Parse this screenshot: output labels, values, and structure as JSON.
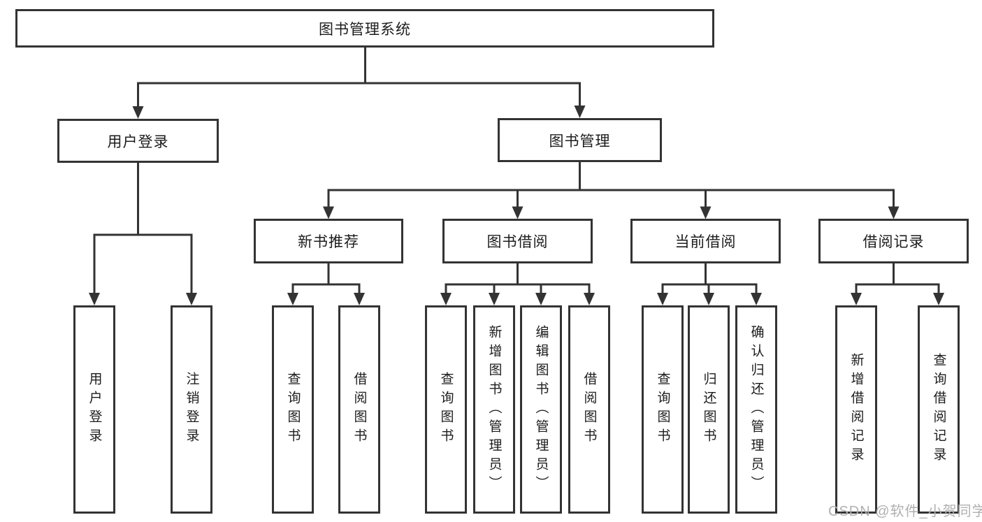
{
  "diagram": {
    "type": "functional-structure-tree",
    "colors": {
      "line": "#333333",
      "box_border": "#333333",
      "text": "#1c1c1c",
      "watermark": "#b0b0b0",
      "background": "#ffffff"
    },
    "tree": {
      "root": {
        "label": "图书管理系统",
        "children": [
          {
            "label": "用户登录",
            "children": [
              {
                "label": "用户登录"
              },
              {
                "label": "注销登录"
              }
            ]
          },
          {
            "label": "图书管理",
            "children": [
              {
                "label": "新书推荐",
                "children": [
                  {
                    "label": "查询图书"
                  },
                  {
                    "label": "借阅图书"
                  }
                ]
              },
              {
                "label": "图书借阅",
                "children": [
                  {
                    "label": "查询图书"
                  },
                  {
                    "label": "新增图书（管理员）"
                  },
                  {
                    "label": "编辑图书（管理员）"
                  },
                  {
                    "label": "借阅图书"
                  }
                ]
              },
              {
                "label": "当前借阅",
                "children": [
                  {
                    "label": "查询图书"
                  },
                  {
                    "label": "归还图书"
                  },
                  {
                    "label": "确认归还（管理员）"
                  }
                ]
              },
              {
                "label": "借阅记录",
                "children": [
                  {
                    "label": "新增借阅记录"
                  },
                  {
                    "label": "查询借阅记录"
                  }
                ]
              }
            ]
          }
        ]
      }
    },
    "watermark": "CSDN @软件_小贺同学"
  }
}
